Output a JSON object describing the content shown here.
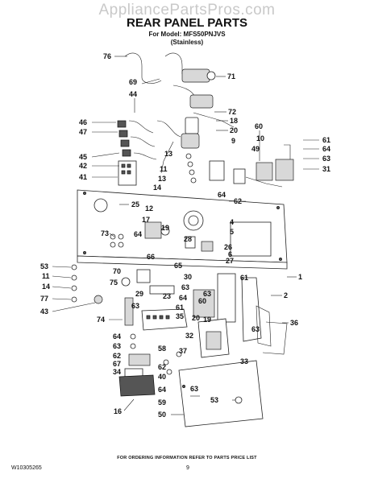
{
  "watermark": "AppliancePartsPros.com",
  "header": {
    "title": "REAR PANEL PARTS",
    "model": "For Model: MFS50PNJVS",
    "finish": "(Stainless)"
  },
  "footer": {
    "ordering_note": "FOR ORDERING INFORMATION REFER TO PARTS PRICE LIST",
    "document_id": "W10305265",
    "page_number": "9"
  },
  "callouts": [
    "76",
    "71",
    "69",
    "44",
    "72",
    "18",
    "46",
    "20",
    "60",
    "47",
    "61",
    "9",
    "10",
    "49",
    "64",
    "45",
    "13",
    "63",
    "42",
    "11",
    "31",
    "41",
    "13",
    "14",
    "62",
    "64",
    "25",
    "12",
    "4",
    "17",
    "5",
    "73",
    "64",
    "19",
    "28",
    "26",
    "53",
    "66",
    "65",
    "6",
    "11",
    "70",
    "27",
    "30",
    "1",
    "14",
    "75",
    "29",
    "63",
    "61",
    "77",
    "63",
    "64",
    "2",
    "23",
    "60",
    "43",
    "63",
    "61",
    "74",
    "35",
    "20",
    "19",
    "36",
    "63",
    "32",
    "64",
    "63",
    "62",
    "37",
    "58",
    "33",
    "67",
    "62",
    "34",
    "40",
    "63",
    "64",
    "53",
    "59",
    "16",
    "50"
  ]
}
